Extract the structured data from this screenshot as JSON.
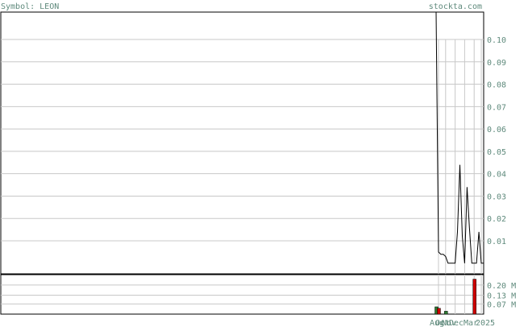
{
  "header": {
    "symbol_label": "Symbol: LEON",
    "site": "stockta.com"
  },
  "colors": {
    "text": "#5f8a7c",
    "price_line": "#000000",
    "grid": "#c8c8c8",
    "volume_up": "#2e7d32",
    "volume_down": "#cc0000"
  },
  "chart_data": [
    {
      "type": "line",
      "ylim": [
        0,
        0.11
      ],
      "y_ticks": [
        "0.10",
        "0.09",
        "0.08",
        "0.07",
        "0.06",
        "0.05",
        "0.04",
        "0.03",
        "0.02",
        "0.01"
      ],
      "grid": true,
      "series": [
        {
          "values": [
            0.12,
            0.005,
            0.004,
            0.004,
            0.003,
            0.0,
            0.0,
            0.0,
            0.0,
            0.014,
            0.044,
            0.012,
            0.0,
            0.034,
            0.016,
            0.0,
            0.0,
            0.0,
            0.014,
            0.0,
            0.0
          ]
        }
      ]
    },
    {
      "type": "bar",
      "y_ticks": [
        "0.20 M",
        "0.13 M",
        "0.07 M"
      ],
      "ylim": [
        0,
        0.26
      ],
      "bars": [
        {
          "index": 0,
          "value": 0.05,
          "direction": "up"
        },
        {
          "index": 1,
          "value": 0.04,
          "direction": "down"
        },
        {
          "index": 4,
          "value": 0.02,
          "direction": "up"
        },
        {
          "index": 16,
          "value": 0.24,
          "direction": "down"
        }
      ]
    }
  ],
  "x_axis": {
    "labels_overlapping": [
      "Aug",
      "Oct",
      "Nov",
      "Dec",
      "Mar",
      "2025"
    ]
  }
}
